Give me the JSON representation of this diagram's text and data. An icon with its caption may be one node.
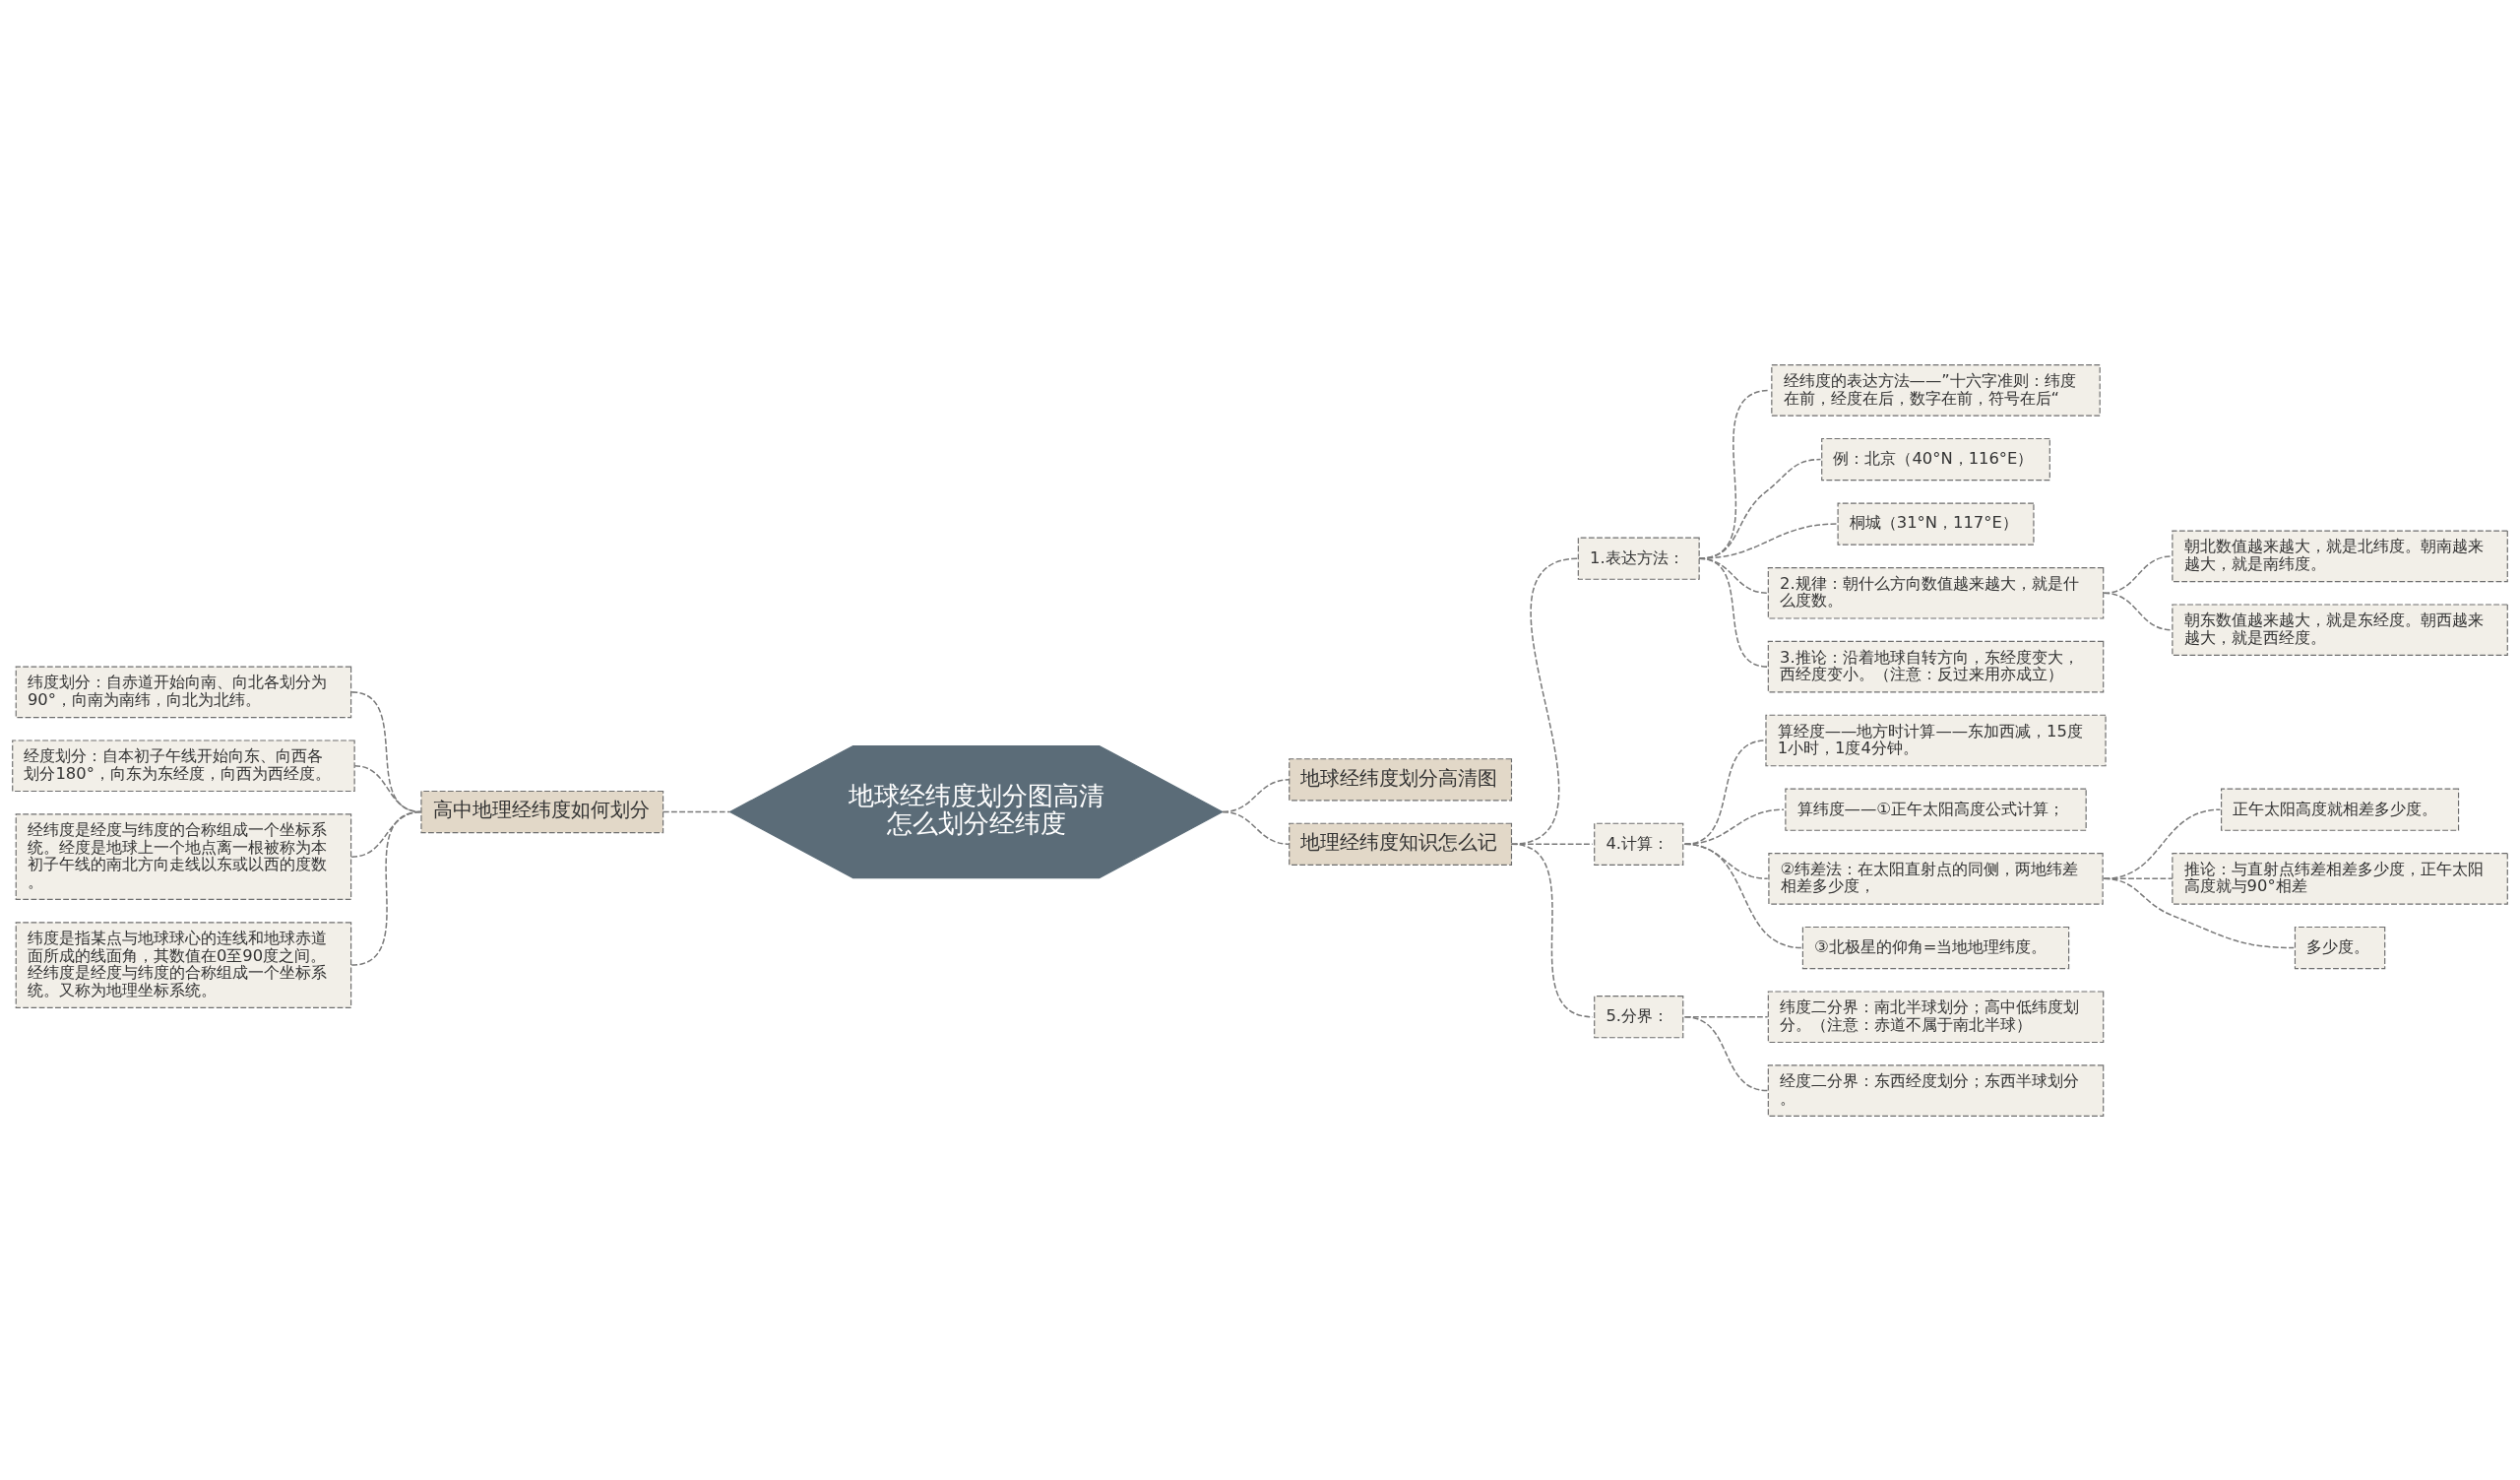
{
  "diagram": {
    "nodes": [
      {
        "text": [
          "地球经纬度划分图高清怎么划分经纬度"
        ]
      },
      {
        "text": [
          "高中地理经纬度如何划分"
        ]
      },
      {
        "text": [
          "纬度划分：自赤道开始向南、向北各划分为90°，向南为南纬，向北为北纬。"
        ]
      },
      {
        "text": [
          "经度划分：自本初子午线开始向东、向西各划分180°，向东为东经度，向西为西经度。"
        ]
      },
      {
        "text": [
          "经纬度是经度与纬度的合称组成一个坐标系统。经度是地球上一个地点离一根被称为本初子午线的南北方向走线以东或以西的度数。"
        ]
      },
      {
        "text": [
          "纬度是指某点与地球球心的连线和地球赤道面所成的线面角，其数值在0至90度之间。经纬度是经度与纬度的合称组成一个坐标系统。又称为地理坐标系统。"
        ]
      },
      {
        "text": [
          "地球经纬度划分高清图"
        ]
      },
      {
        "text": [
          "地理经纬度知识怎么记"
        ]
      },
      {
        "text": [
          "1.表达方法："
        ]
      },
      {
        "text": [
          "经纬度的表达方法——”十六字准则：纬度在前，经度在后，数字在前，符号在后“"
        ]
      },
      {
        "text": [
          "例：北京（40°N，116°E）"
        ]
      },
      {
        "text": [
          "桐城（31°N，117°E）"
        ]
      },
      {
        "text": [
          "2.规律：朝什么方向数值越来越大，就是什么度数。"
        ]
      },
      {
        "text": [
          "朝北数值越来越大，就是北纬度。朝南越来越大，就是南纬度。"
        ]
      },
      {
        "text": [
          "朝东数值越来越大，就是东经度。朝西越来越大，就是西经度。"
        ]
      },
      {
        "text": [
          "3.推论：沿着地球自转方向，东经度变大，西经度变小。（注意：反过来用亦成立）"
        ]
      },
      {
        "text": [
          "4.计算："
        ]
      },
      {
        "text": [
          "算经度——地方时计算——东加西减，15度1小时，1度4分钟。"
        ]
      },
      {
        "text": [
          "算纬度——①正午太阳高度公式计算；"
        ]
      },
      {
        "text": [
          "②纬差法：在太阳直射点的同侧，两地纬差相差多少度，"
        ]
      },
      {
        "text": [
          "正午太阳高度就相差多少度。"
        ]
      },
      {
        "text": [
          "推论：与直射点纬差相差多少度，正午太阳高度就与90°相差"
        ]
      },
      {
        "text": [
          "多少度。"
        ]
      },
      {
        "text": [
          "③北极星的仰角=当地地理纬度。"
        ]
      },
      {
        "text": [
          "5.分界："
        ]
      },
      {
        "text": [
          "纬度二分界：南北半球划分；高中低纬度划分。（注意：赤道不属于南北半球）"
        ]
      },
      {
        "text": [
          "经度二分界：东西经度划分；东西半球划分。"
        ]
      }
    ],
    "edges": [
      {
        "from": 1,
        "to": 0,
        "arrow": "none",
        "style": "dashed"
      },
      {
        "from": 2,
        "to": 1,
        "arrow": "none",
        "style": "dashed"
      },
      {
        "from": 3,
        "to": 1,
        "arrow": "none",
        "style": "dashed"
      },
      {
        "from": 4,
        "to": 1,
        "arrow": "none",
        "style": "dashed"
      },
      {
        "from": 5,
        "to": 1,
        "arrow": "none",
        "style": "dashed"
      },
      {
        "from": 0,
        "to": 6,
        "arrow": "none",
        "style": "dashed"
      },
      {
        "from": 0,
        "to": 7,
        "arrow": "none",
        "style": "dashed"
      },
      {
        "from": 7,
        "to": 8,
        "arrow": "none",
        "style": "dashed"
      },
      {
        "from": 8,
        "to": 9,
        "arrow": "none",
        "style": "dashed"
      },
      {
        "from": 8,
        "to": 10,
        "arrow": "none",
        "style": "dashed"
      },
      {
        "from": 8,
        "to": 11,
        "arrow": "none",
        "style": "dashed"
      },
      {
        "from": 8,
        "to": 12,
        "arrow": "none",
        "style": "dashed"
      },
      {
        "from": 12,
        "to": 13,
        "arrow": "none",
        "style": "dashed"
      },
      {
        "from": 12,
        "to": 14,
        "arrow": "none",
        "style": "dashed"
      },
      {
        "from": 8,
        "to": 15,
        "arrow": "none",
        "style": "dashed"
      },
      {
        "from": 7,
        "to": 16,
        "arrow": "none",
        "style": "dashed"
      },
      {
        "from": 16,
        "to": 17,
        "arrow": "none",
        "style": "dashed"
      },
      {
        "from": 16,
        "to": 18,
        "arrow": "none",
        "style": "dashed"
      },
      {
        "from": 16,
        "to": 19,
        "arrow": "none",
        "style": "dashed"
      },
      {
        "from": 19,
        "to": 20,
        "arrow": "none",
        "style": "dashed"
      },
      {
        "from": 19,
        "to": 21,
        "arrow": "none",
        "style": "dashed"
      },
      {
        "from": 19,
        "to": 22,
        "arrow": "none",
        "style": "dashed"
      },
      {
        "from": 16,
        "to": 23,
        "arrow": "none",
        "style": "dashed"
      },
      {
        "from": 7,
        "to": 24,
        "arrow": "none",
        "style": "dashed"
      },
      {
        "from": 24,
        "to": 25,
        "arrow": "none",
        "style": "dashed"
      },
      {
        "from": 24,
        "to": 26,
        "arrow": "none",
        "style": "dashed"
      }
    ]
  }
}
